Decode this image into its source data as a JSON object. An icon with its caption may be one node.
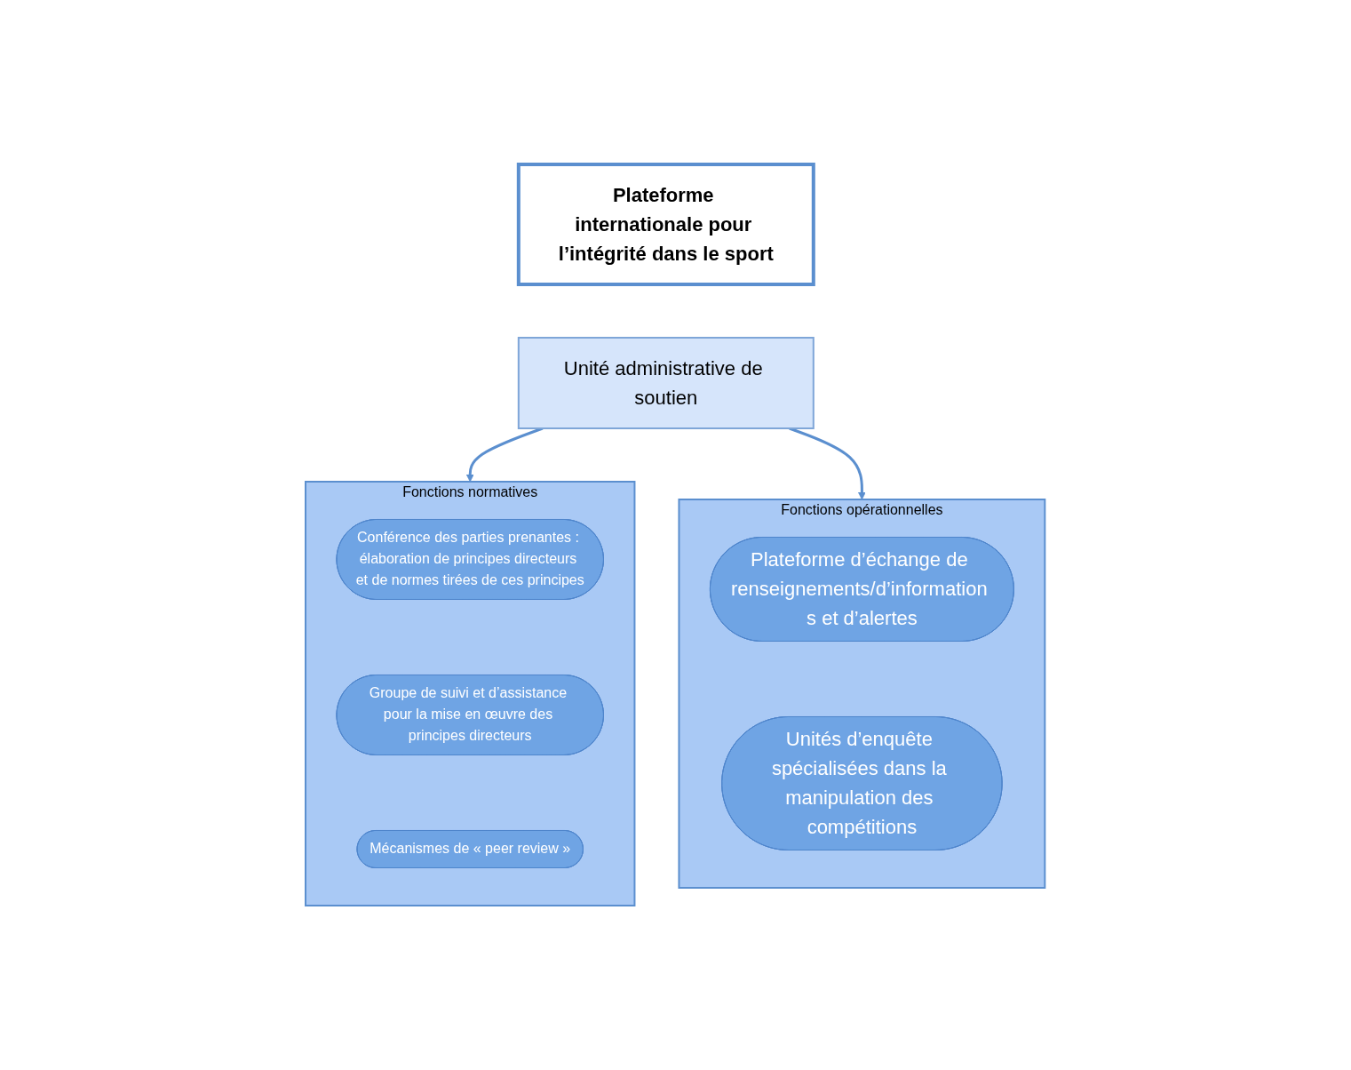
{
  "diagram": {
    "nodes": [
      {
        "text": [
          "Plateforme internationale pour l’intégrité dans le sport"
        ]
      },
      {
        "text": [
          "Unité administrative de soutien"
        ]
      },
      {
        "text": [
          "Fonctions normatives"
        ]
      },
      {
        "text": [
          "Conférence des parties prenantes : élaboration de principes directeurs et de normes tirées de ces principes"
        ],
        "in": 2
      },
      {
        "text": [
          "Groupe de suivi et d’assistance pour la mise en œuvre des principes directeurs"
        ],
        "in": 2
      },
      {
        "text": [
          "Mécanismes de « peer review »"
        ],
        "in": 2
      },
      {
        "text": [
          "Fonctions opérationnelles"
        ]
      },
      {
        "text": [
          "Plateforme d’échange de renseignements/d’information s et d’alertes"
        ],
        "in": 6
      },
      {
        "text": [
          "Unités d’enquête spécialisées dans la manipulation des compétitions"
        ],
        "in": 6
      }
    ],
    "edges": [
      {
        "from": 1,
        "to": 2,
        "arrow": "to"
      },
      {
        "from": 1,
        "to": 6,
        "arrow": "to"
      }
    ]
  }
}
